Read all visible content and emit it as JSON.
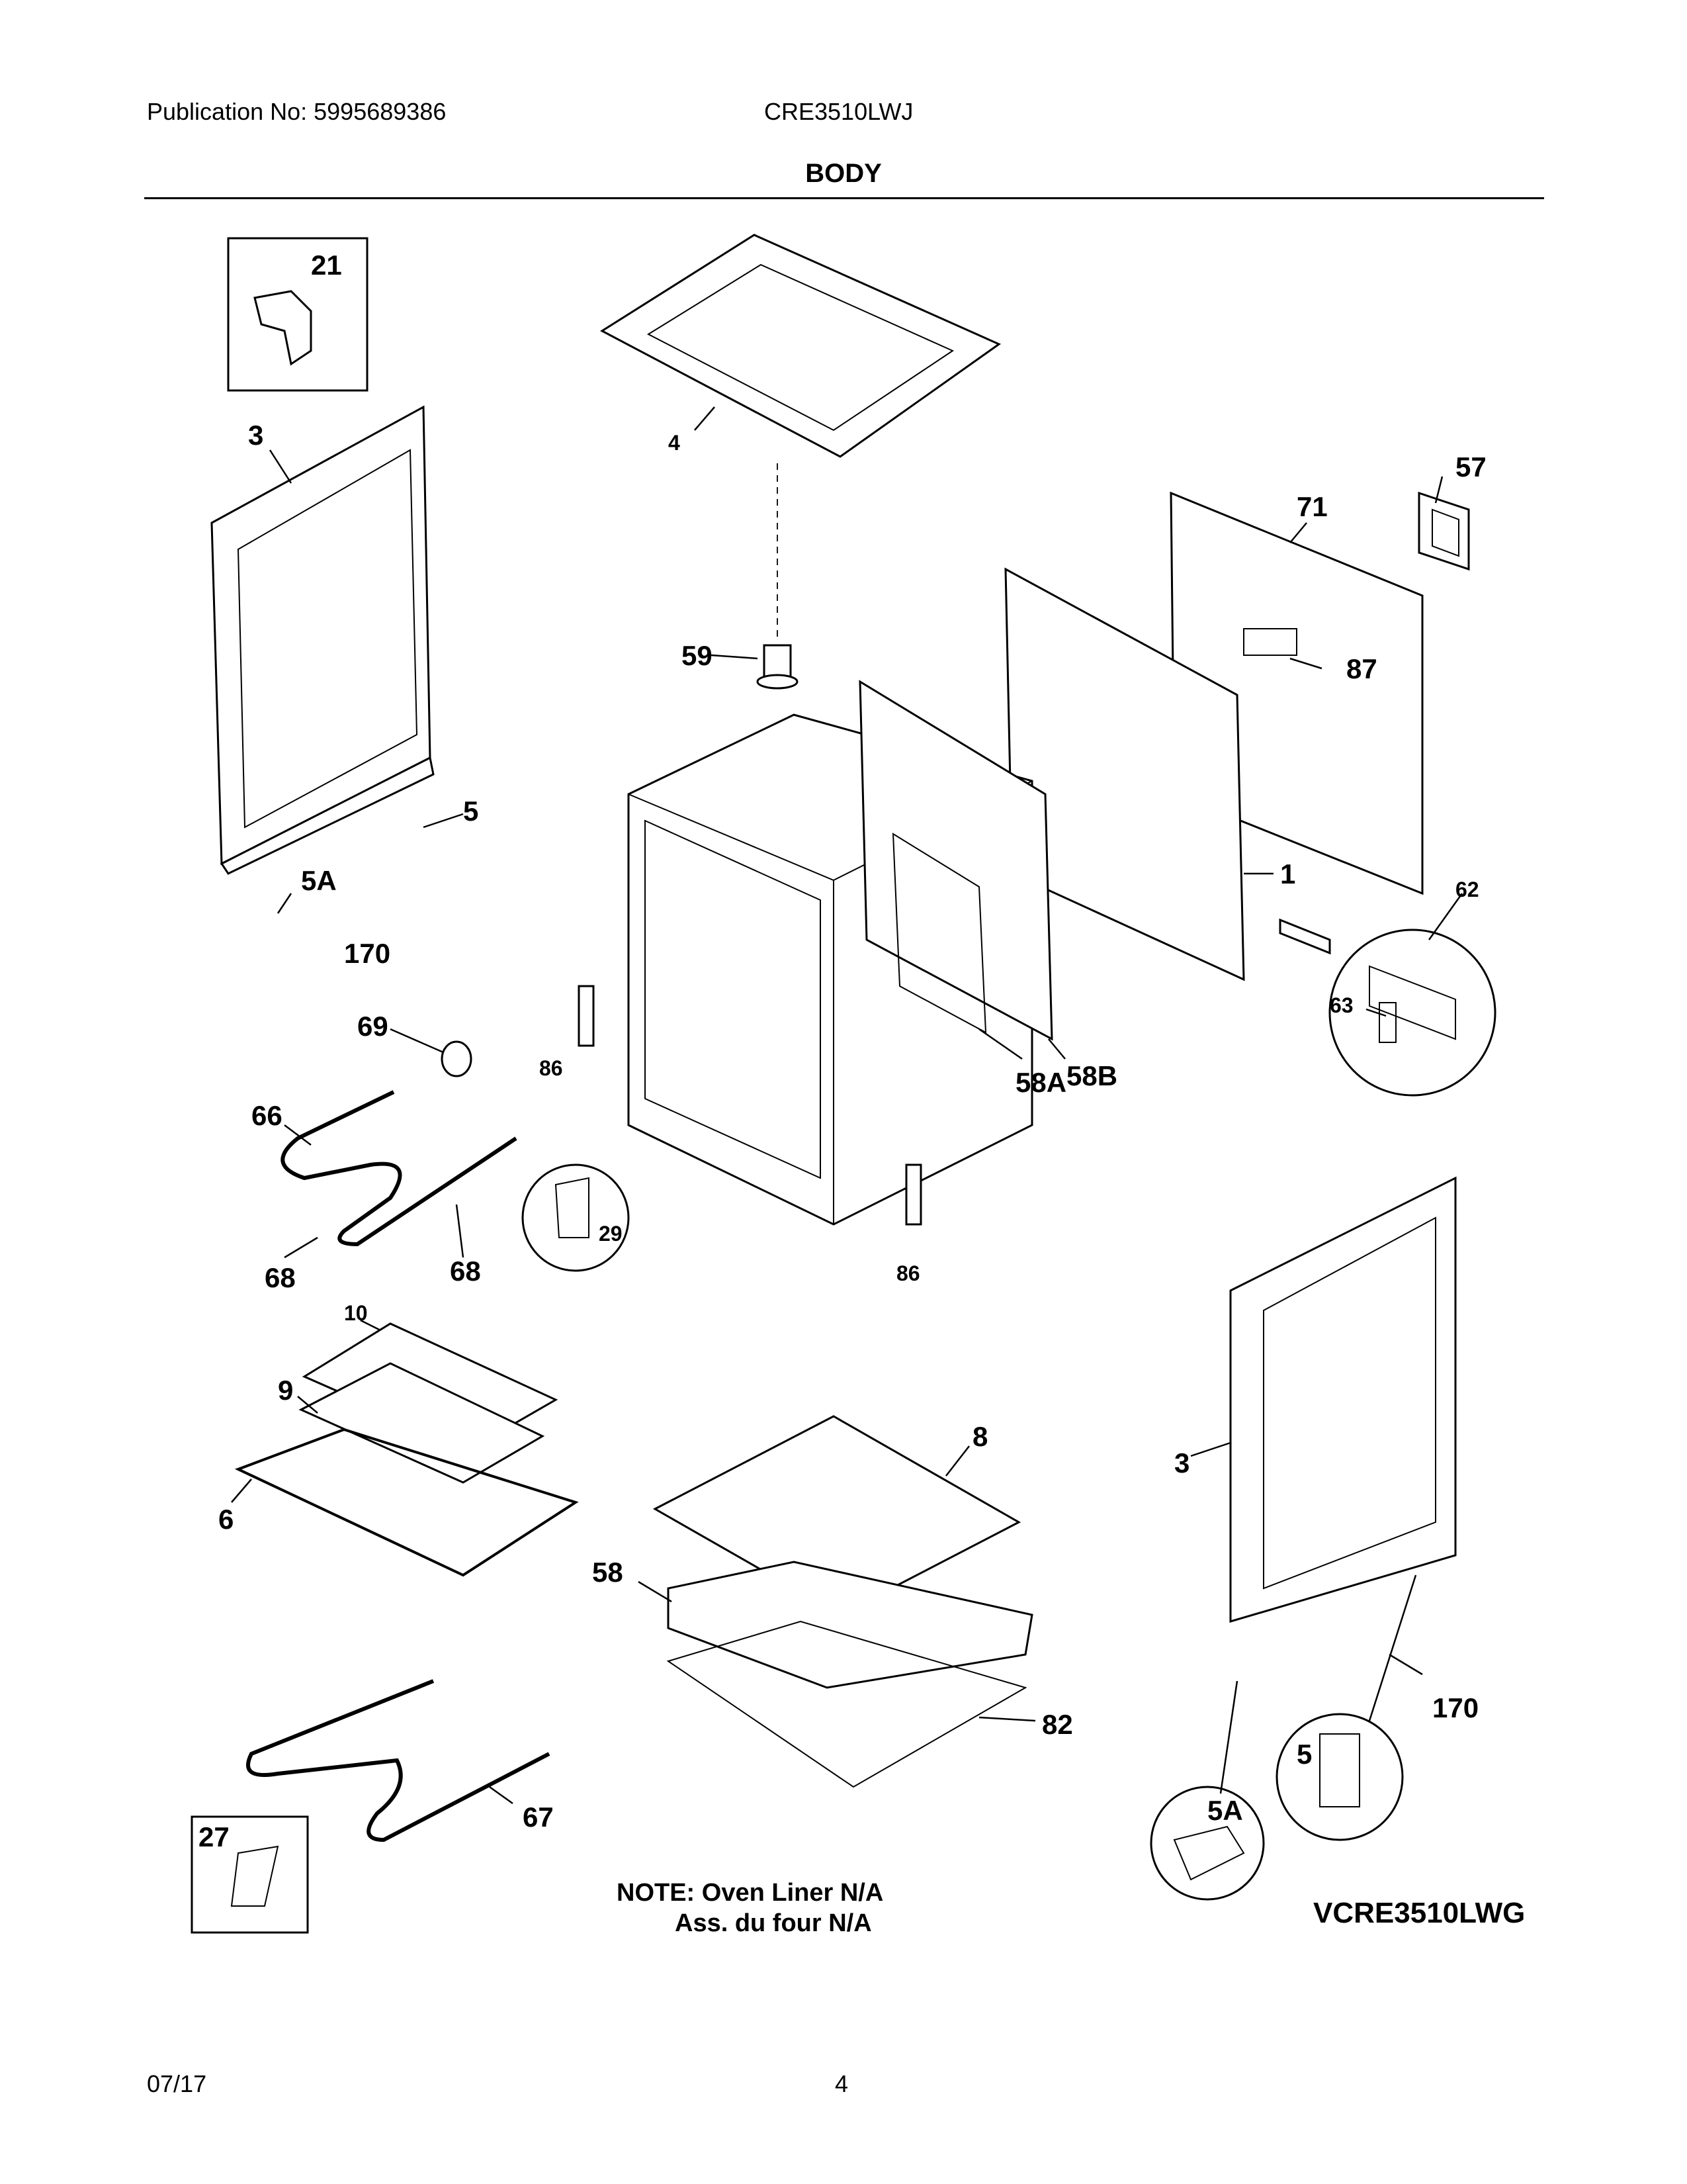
{
  "header": {
    "publication": "Publication No: 5995689386",
    "model": "CRE3510LWJ",
    "section_title": "BODY"
  },
  "callouts": {
    "c21": "21",
    "c3_left": "3",
    "c4": "4",
    "c57": "57",
    "c71": "71",
    "c87": "87",
    "c59": "59",
    "c5_left": "5",
    "c5A_left": "5A",
    "c170_left": "170",
    "c1": "1",
    "c62": "62",
    "c63": "63",
    "c69": "69",
    "c86_left": "86",
    "c58A": "58A",
    "c58B": "58B",
    "c66": "66",
    "c29": "29",
    "c68_left": "68",
    "c68_right": "68",
    "c86_right": "86",
    "c10": "10",
    "c9": "9",
    "c6": "6",
    "c8": "8",
    "c3_right": "3",
    "c58": "58",
    "c82": "82",
    "c170_right": "170",
    "c5_right": "5",
    "c5A_right": "5A",
    "c27": "27",
    "c67": "67"
  },
  "notes": {
    "line1": "NOTE: Oven Liner N/A",
    "line2": "Ass. du four N/A"
  },
  "variant_label": "VCRE3510LWG",
  "footer": {
    "date": "07/17",
    "page": "4"
  }
}
